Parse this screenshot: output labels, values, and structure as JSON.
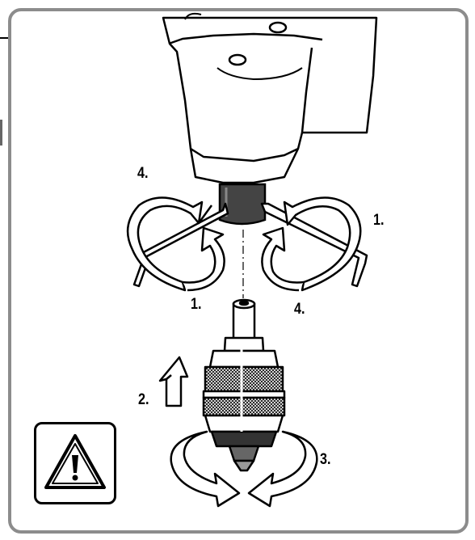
{
  "labels": {
    "step_4_top_left": "4.",
    "step_1_right": "1.",
    "step_1_bottom_left": "1.",
    "step_4_bottom_right": "4.",
    "step_2": "2.",
    "step_3": "3."
  },
  "colors": {
    "frame_border": "#8c8c8c",
    "line": "#000000",
    "body_fill": "#ffffff",
    "metal_fill": "#d9d9d9",
    "dark_metal": "#555555"
  },
  "icons": {
    "warning": "warning-triangle-icon",
    "rotate": "curved-arrow-icon",
    "push": "up-arrow-icon"
  }
}
